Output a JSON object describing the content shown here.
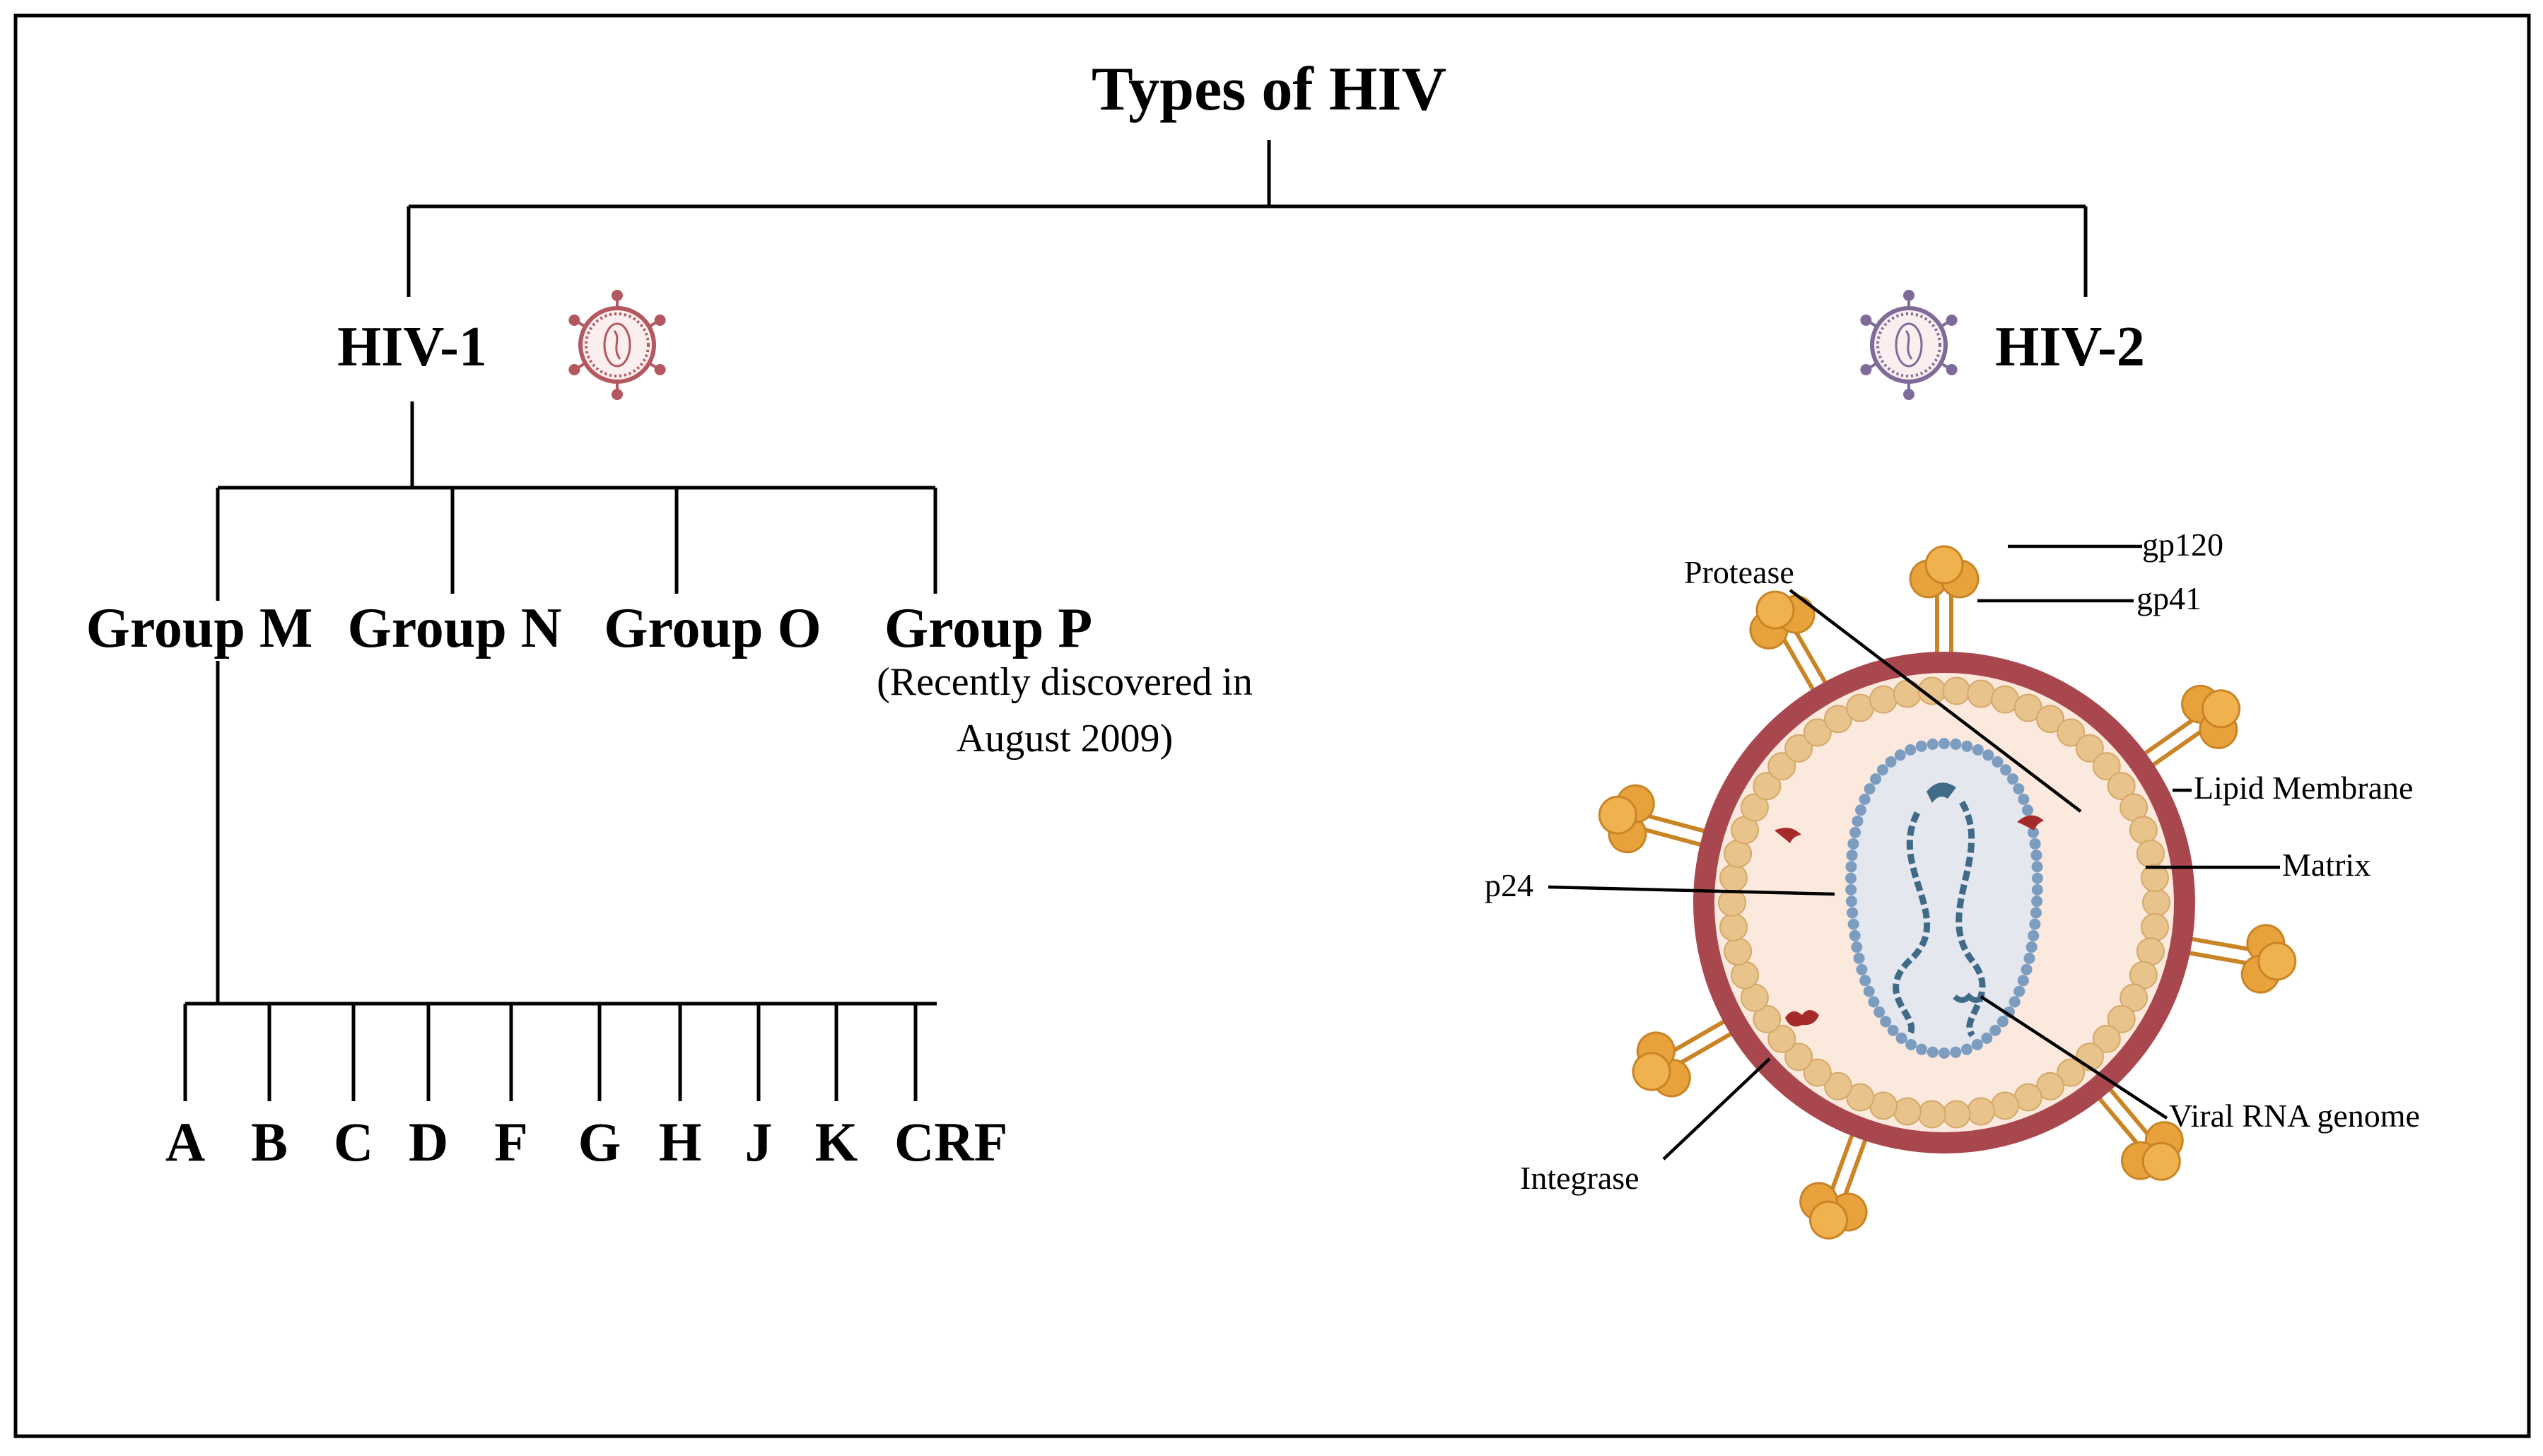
{
  "title": "Types of HIV",
  "types": [
    {
      "label": "HIV-1",
      "icon": "hiv1-virus-icon",
      "color": "#b3585f"
    },
    {
      "label": "HIV-2",
      "icon": "hiv2-virus-icon",
      "color": "#7f6b9a"
    }
  ],
  "groups": [
    {
      "label": "Group M"
    },
    {
      "label": "Group N"
    },
    {
      "label": "Group O"
    },
    {
      "label": "Group P",
      "note_line1": "(Recently discovered in",
      "note_line2": "August 2009)"
    }
  ],
  "subtypes": [
    "A",
    "B",
    "C",
    "D",
    "F",
    "G",
    "H",
    "J",
    "K",
    "CRF"
  ],
  "virion_labels": {
    "gp120": "gp120",
    "gp41": "gp41",
    "protease": "Protease",
    "lipid_membrane": "Lipid Membrane",
    "matrix": "Matrix",
    "p24": "p24",
    "viral_rna": "Viral RNA genome",
    "integrase": "Integrase"
  },
  "colors": {
    "membrane": "#a9474e",
    "envelope_protein": "#e8a23c",
    "matrix_bead": "#e8c38c",
    "interior": "#fbe9de",
    "capsid": "#7c9cc0",
    "rna": "#3f6a88",
    "enzyme": "#a52a2a"
  }
}
